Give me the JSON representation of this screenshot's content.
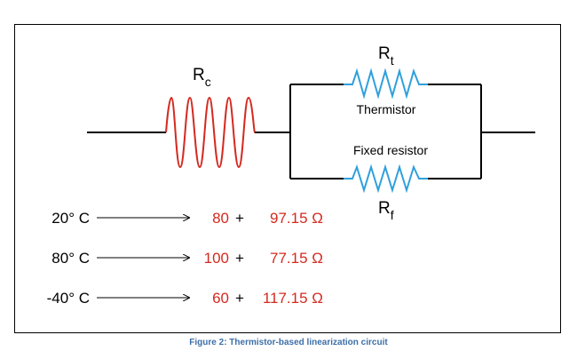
{
  "colors": {
    "wire": "#000000",
    "coil_resistor": "#d42a20",
    "zigzag_resistor": "#2fa0dc",
    "value_text": "#d42a20",
    "caption": "#3d6fa8"
  },
  "circuit": {
    "rc_label_main": "R",
    "rc_label_sub": "c",
    "rt_label_main": "R",
    "rt_label_sub": "t",
    "rf_label_main": "R",
    "rf_label_sub": "f",
    "thermistor_label": "Thermistor",
    "fixed_resistor_label": "Fixed resistor"
  },
  "rows": [
    {
      "temperature": "20° C",
      "rc_value": "80",
      "plus": "+",
      "parallel_value": "97.15 Ω"
    },
    {
      "temperature": "80° C",
      "rc_value": "100",
      "plus": "+",
      "parallel_value": "77.15 Ω"
    },
    {
      "temperature": "-40° C",
      "rc_value": "60",
      "plus": "+",
      "parallel_value": "117.15 Ω"
    }
  ],
  "caption": "Figure 2: Thermistor-based linearization circuit"
}
